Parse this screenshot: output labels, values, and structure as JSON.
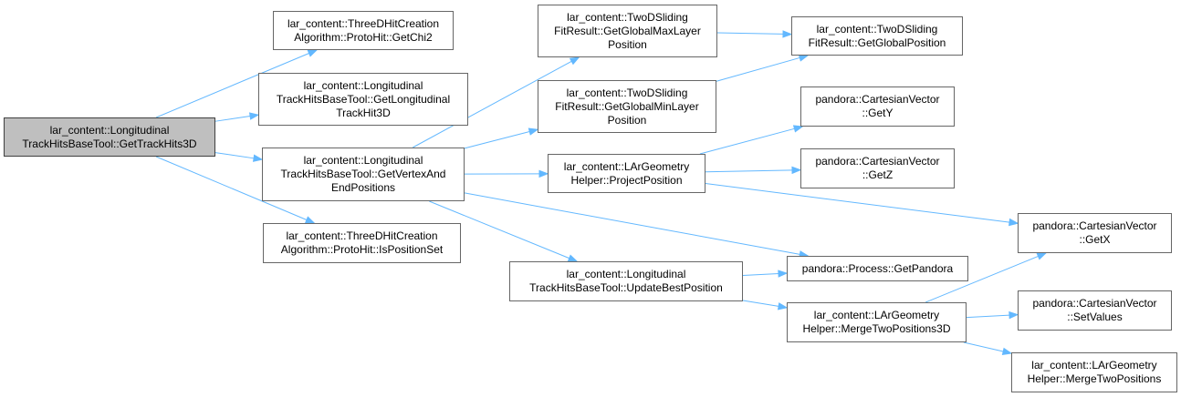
{
  "graph": {
    "colors": {
      "edge": "#63b8ff",
      "node_border": "#666666",
      "root_fill": "#bfbfbf",
      "node_fill": "#ffffff"
    },
    "nodes": {
      "get_track_hits_3d": {
        "label": "lar_content::Longitudinal\nTrackHitsBaseTool::GetTrackHits3D"
      },
      "proto_hit_get_chi2": {
        "label": "lar_content::ThreeDHitCreation\nAlgorithm::ProtoHit::GetChi2"
      },
      "get_longitudinal_track_hit_3d": {
        "label": "lar_content::Longitudinal\nTrackHitsBaseTool::GetLongitudinal\nTrackHit3D"
      },
      "get_vertex_and_end_positions": {
        "label": "lar_content::Longitudinal\nTrackHitsBaseTool::GetVertexAnd\nEndPositions"
      },
      "proto_hit_is_position_set": {
        "label": "lar_content::ThreeDHitCreation\nAlgorithm::ProtoHit::IsPositionSet"
      },
      "get_global_max_layer_position": {
        "label": "lar_content::TwoDSliding\nFitResult::GetGlobalMaxLayer\nPosition"
      },
      "get_global_min_layer_position": {
        "label": "lar_content::TwoDSliding\nFitResult::GetGlobalMinLayer\nPosition"
      },
      "project_position": {
        "label": "lar_content::LArGeometry\nHelper::ProjectPosition"
      },
      "update_best_position": {
        "label": "lar_content::Longitudinal\nTrackHitsBaseTool::UpdateBestPosition"
      },
      "get_global_position": {
        "label": "lar_content::TwoDSliding\nFitResult::GetGlobalPosition"
      },
      "cartesian_get_y": {
        "label": "pandora::CartesianVector\n::GetY"
      },
      "cartesian_get_z": {
        "label": "pandora::CartesianVector\n::GetZ"
      },
      "process_get_pandora": {
        "label": "pandora::Process::GetPandora"
      },
      "merge_two_positions_3d": {
        "label": "lar_content::LArGeometry\nHelper::MergeTwoPositions3D"
      },
      "cartesian_get_x": {
        "label": "pandora::CartesianVector\n::GetX"
      },
      "cartesian_set_values": {
        "label": "pandora::CartesianVector\n::SetValues"
      },
      "merge_two_positions": {
        "label": "lar_content::LArGeometry\nHelper::MergeTwoPositions"
      }
    },
    "edges": [
      [
        "get_track_hits_3d",
        "proto_hit_get_chi2"
      ],
      [
        "get_track_hits_3d",
        "get_longitudinal_track_hit_3d"
      ],
      [
        "get_track_hits_3d",
        "get_vertex_and_end_positions"
      ],
      [
        "get_track_hits_3d",
        "proto_hit_is_position_set"
      ],
      [
        "get_vertex_and_end_positions",
        "get_global_max_layer_position"
      ],
      [
        "get_vertex_and_end_positions",
        "get_global_min_layer_position"
      ],
      [
        "get_vertex_and_end_positions",
        "project_position"
      ],
      [
        "get_vertex_and_end_positions",
        "process_get_pandora"
      ],
      [
        "get_vertex_and_end_positions",
        "update_best_position"
      ],
      [
        "get_global_max_layer_position",
        "get_global_position"
      ],
      [
        "get_global_min_layer_position",
        "get_global_position"
      ],
      [
        "project_position",
        "cartesian_get_y"
      ],
      [
        "project_position",
        "cartesian_get_z"
      ],
      [
        "project_position",
        "cartesian_get_x"
      ],
      [
        "update_best_position",
        "process_get_pandora"
      ],
      [
        "update_best_position",
        "merge_two_positions_3d"
      ],
      [
        "merge_two_positions_3d",
        "cartesian_get_x"
      ],
      [
        "merge_two_positions_3d",
        "cartesian_set_values"
      ],
      [
        "merge_two_positions_3d",
        "merge_two_positions"
      ]
    ]
  }
}
